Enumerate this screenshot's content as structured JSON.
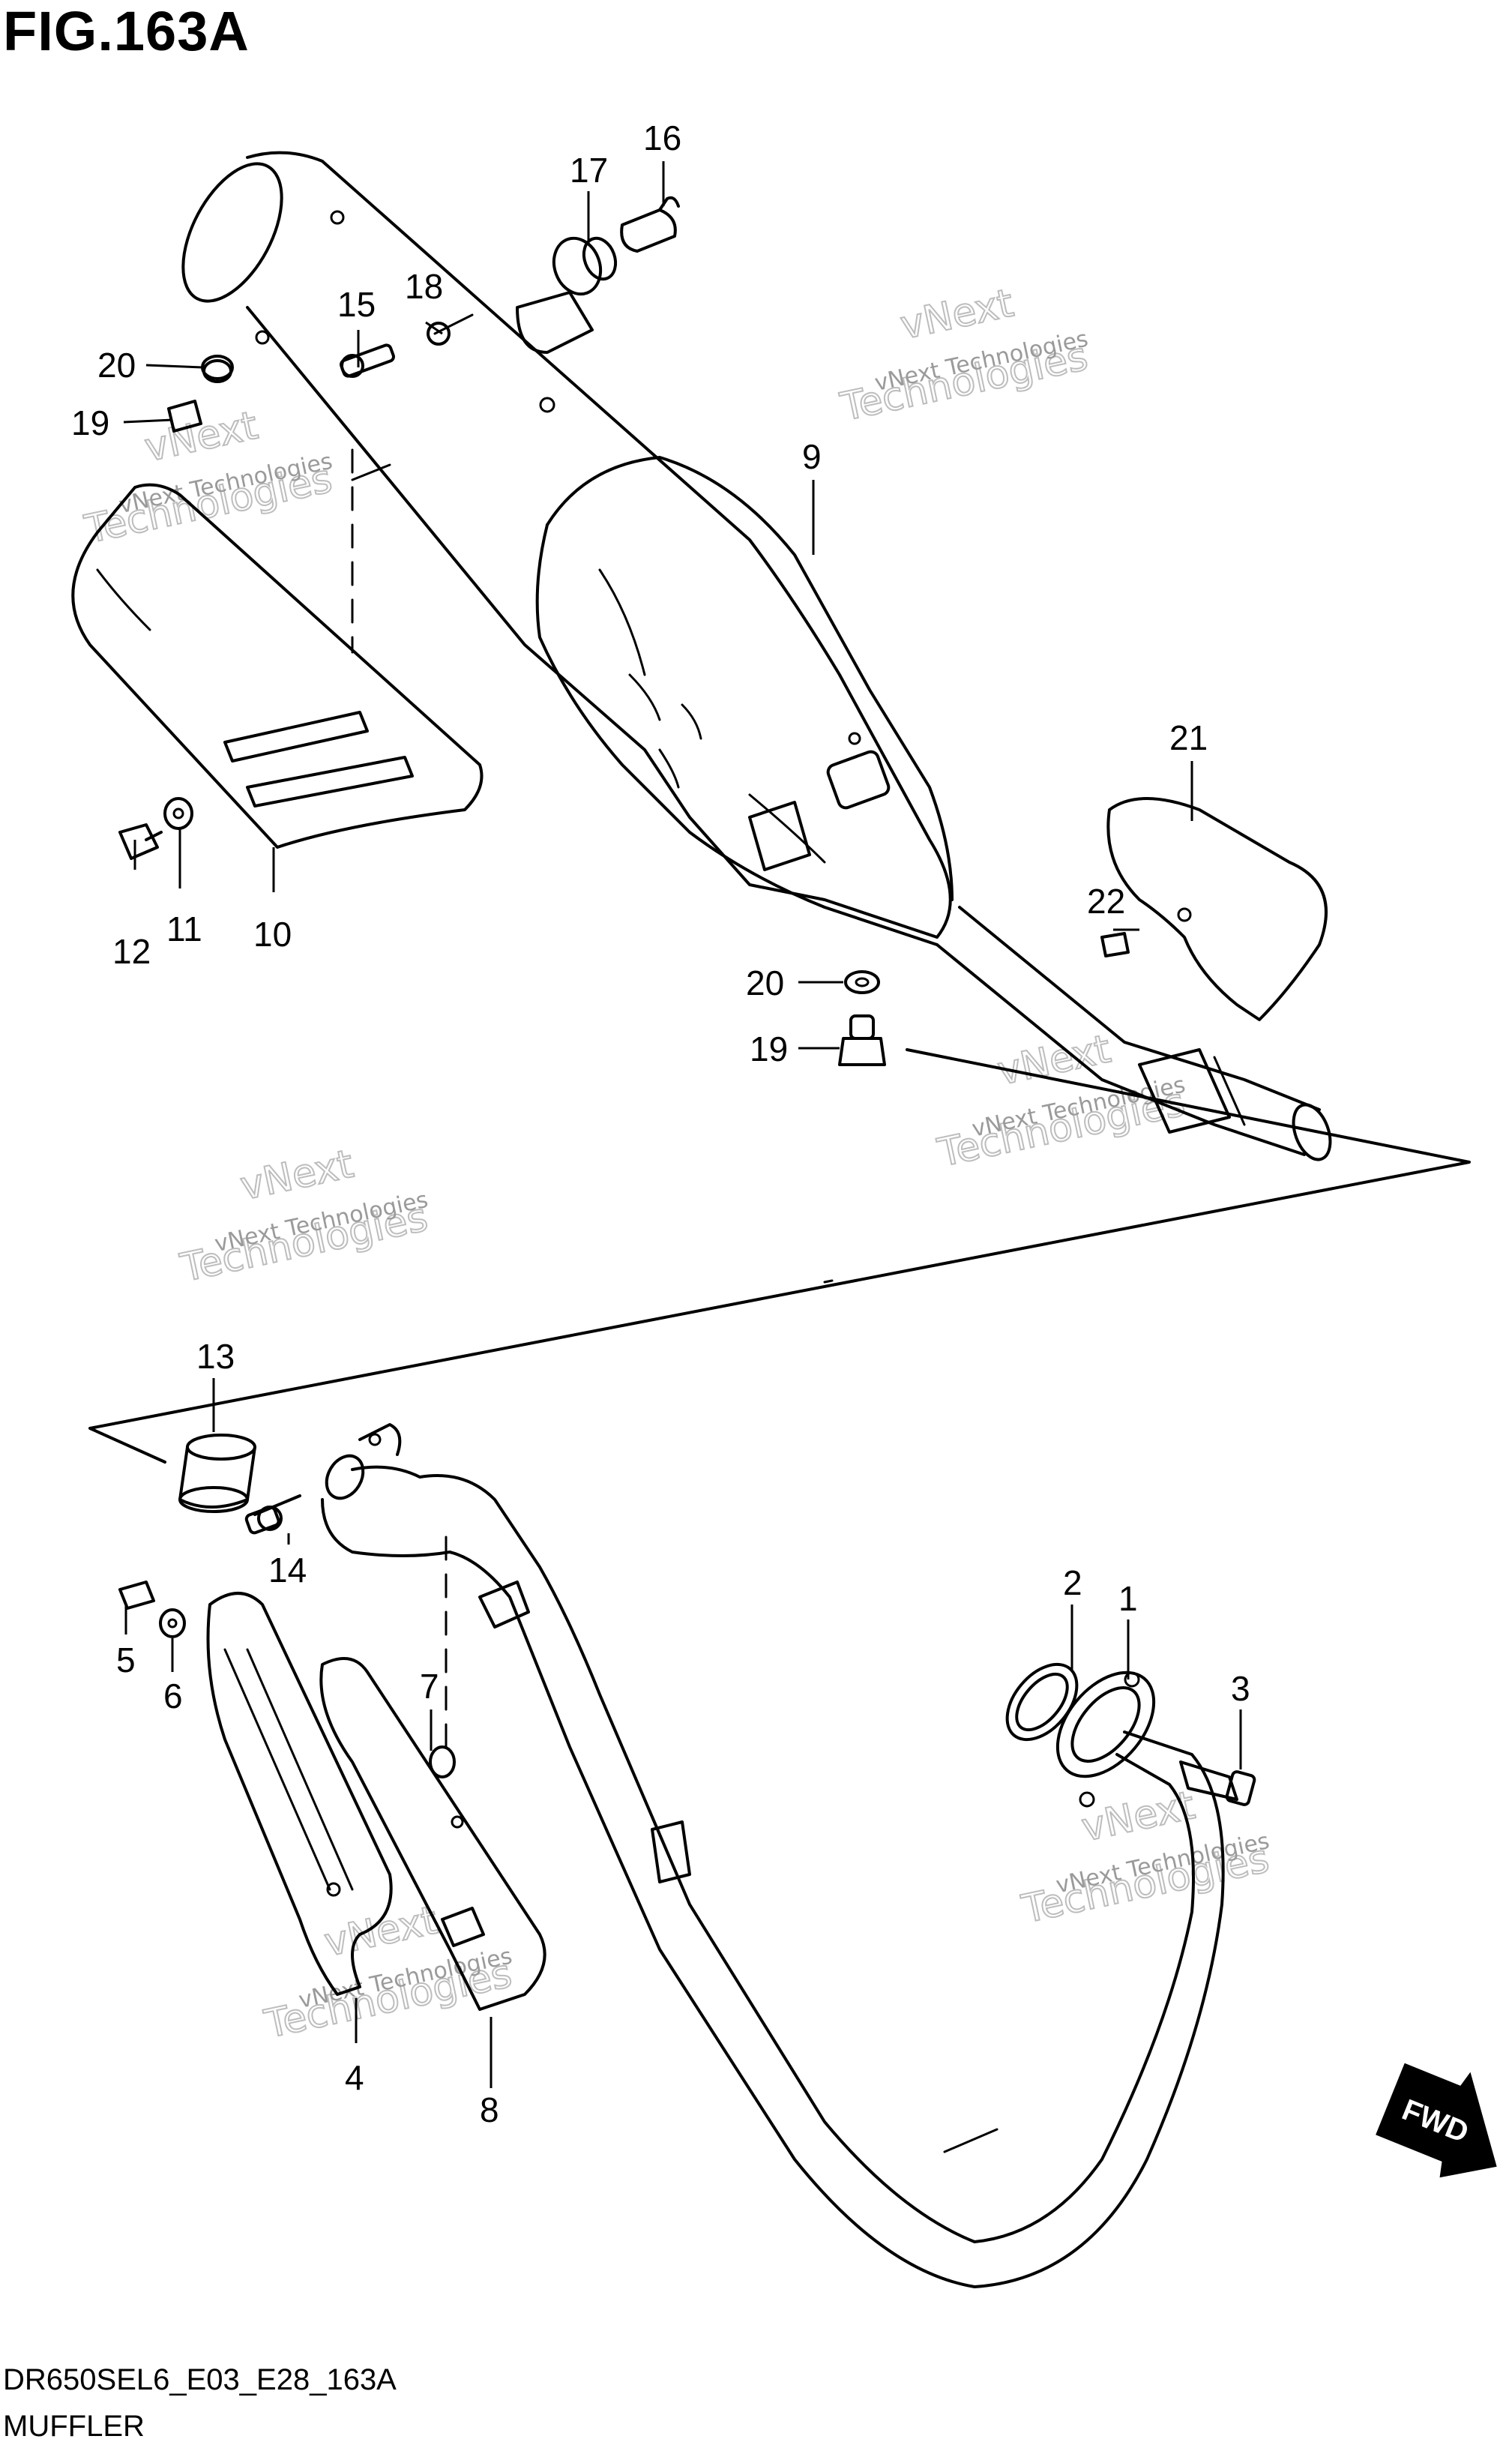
{
  "header": {
    "title": "FIG.163A"
  },
  "footer": {
    "code": "DR650SEL6_E03_E28_163A",
    "name": "MUFFLER"
  },
  "watermark": {
    "line1": "vNext Technologies",
    "line2": "vNext",
    "line3": "Technologies"
  },
  "fwd_label": "FWD",
  "callouts": [
    {
      "id": "c16",
      "text": "16"
    },
    {
      "id": "c17",
      "text": "17"
    },
    {
      "id": "c18",
      "text": "18"
    },
    {
      "id": "c15",
      "text": "15"
    },
    {
      "id": "c20a",
      "text": "20"
    },
    {
      "id": "c19a",
      "text": "19"
    },
    {
      "id": "c9",
      "text": "9"
    },
    {
      "id": "c21",
      "text": "21"
    },
    {
      "id": "c22",
      "text": "22"
    },
    {
      "id": "c20b",
      "text": "20"
    },
    {
      "id": "c19b",
      "text": "19"
    },
    {
      "id": "c12",
      "text": "12"
    },
    {
      "id": "c11",
      "text": "11"
    },
    {
      "id": "c10",
      "text": "10"
    },
    {
      "id": "c13",
      "text": "13"
    },
    {
      "id": "c14",
      "text": "14"
    },
    {
      "id": "c5",
      "text": "5"
    },
    {
      "id": "c6",
      "text": "6"
    },
    {
      "id": "c7",
      "text": "7"
    },
    {
      "id": "c2",
      "text": "2"
    },
    {
      "id": "c1",
      "text": "1"
    },
    {
      "id": "c3",
      "text": "3"
    },
    {
      "id": "c4",
      "text": "4"
    },
    {
      "id": "c8",
      "text": "8"
    }
  ]
}
